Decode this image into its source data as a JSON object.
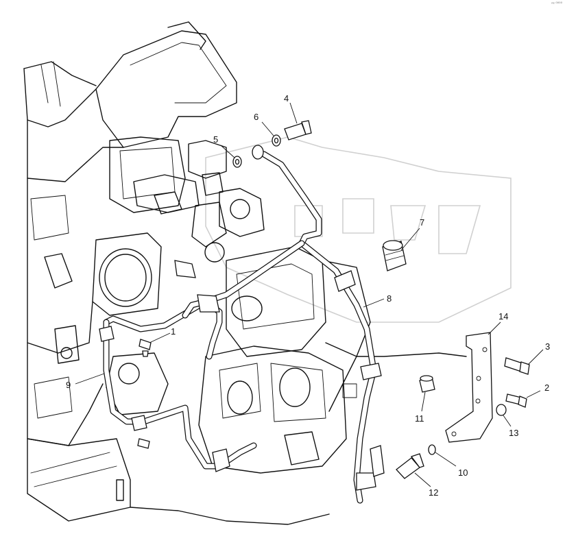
{
  "corner_mark": "ⁿᵉ ⁰⁰⁰⁰",
  "callouts": [
    {
      "id": "1",
      "label": "1"
    },
    {
      "id": "2",
      "label": "2"
    },
    {
      "id": "3",
      "label": "3"
    },
    {
      "id": "4",
      "label": "4"
    },
    {
      "id": "5",
      "label": "5"
    },
    {
      "id": "6",
      "label": "6"
    },
    {
      "id": "7",
      "label": "7"
    },
    {
      "id": "8",
      "label": "8"
    },
    {
      "id": "9",
      "label": "9"
    },
    {
      "id": "10",
      "label": "10"
    },
    {
      "id": "11",
      "label": "11"
    },
    {
      "id": "12",
      "label": "12"
    },
    {
      "id": "13",
      "label": "13"
    },
    {
      "id": "14",
      "label": "14"
    }
  ]
}
